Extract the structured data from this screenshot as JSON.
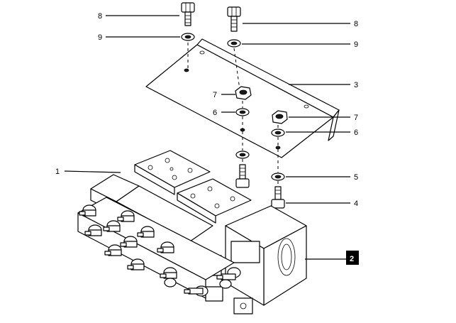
{
  "callouts": [
    {
      "id": "c8a",
      "text": "8"
    },
    {
      "id": "c9a",
      "text": "9"
    },
    {
      "id": "c8b",
      "text": "8"
    },
    {
      "id": "c9b",
      "text": "9"
    },
    {
      "id": "c3",
      "text": "3"
    },
    {
      "id": "c7a",
      "text": "7"
    },
    {
      "id": "c6a",
      "text": "6"
    },
    {
      "id": "c7b",
      "text": "7"
    },
    {
      "id": "c6b",
      "text": "6"
    },
    {
      "id": "c1",
      "text": "1"
    },
    {
      "id": "c5",
      "text": "5"
    },
    {
      "id": "c4",
      "text": "4"
    },
    {
      "id": "c2",
      "text": "2"
    }
  ]
}
